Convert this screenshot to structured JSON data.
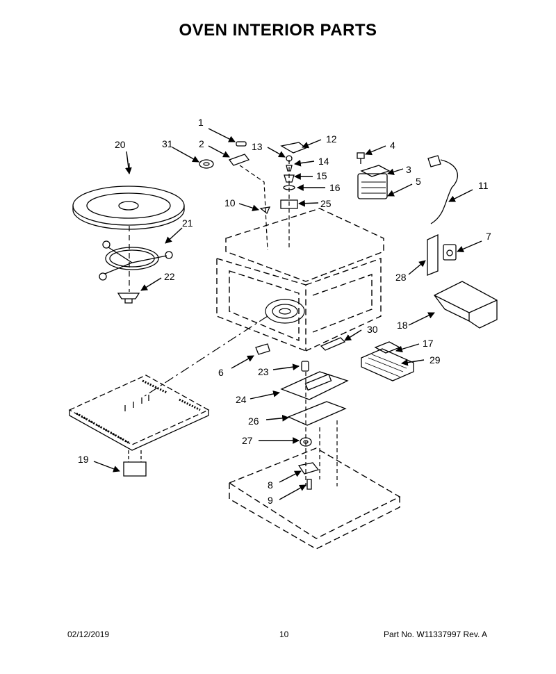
{
  "title": "OVEN INTERIOR PARTS",
  "callouts": {
    "c1": "1",
    "c2": "2",
    "c3": "3",
    "c4": "4",
    "c5": "5",
    "c6": "6",
    "c7": "7",
    "c8": "8",
    "c9": "9",
    "c10": "10",
    "c11": "11",
    "c12": "12",
    "c13": "13",
    "c14": "14",
    "c15": "15",
    "c16": "16",
    "c17": "17",
    "c18": "18",
    "c19": "19",
    "c20": "20",
    "c21": "21",
    "c22": "22",
    "c23": "23",
    "c24": "24",
    "c25": "25",
    "c26": "26",
    "c27": "27",
    "c28": "28",
    "c29": "29",
    "c30": "30",
    "c31": "31"
  },
  "footer": {
    "date": "02/12/2019",
    "page": "10",
    "part": "Part No.  W11337997  Rev.  A"
  }
}
